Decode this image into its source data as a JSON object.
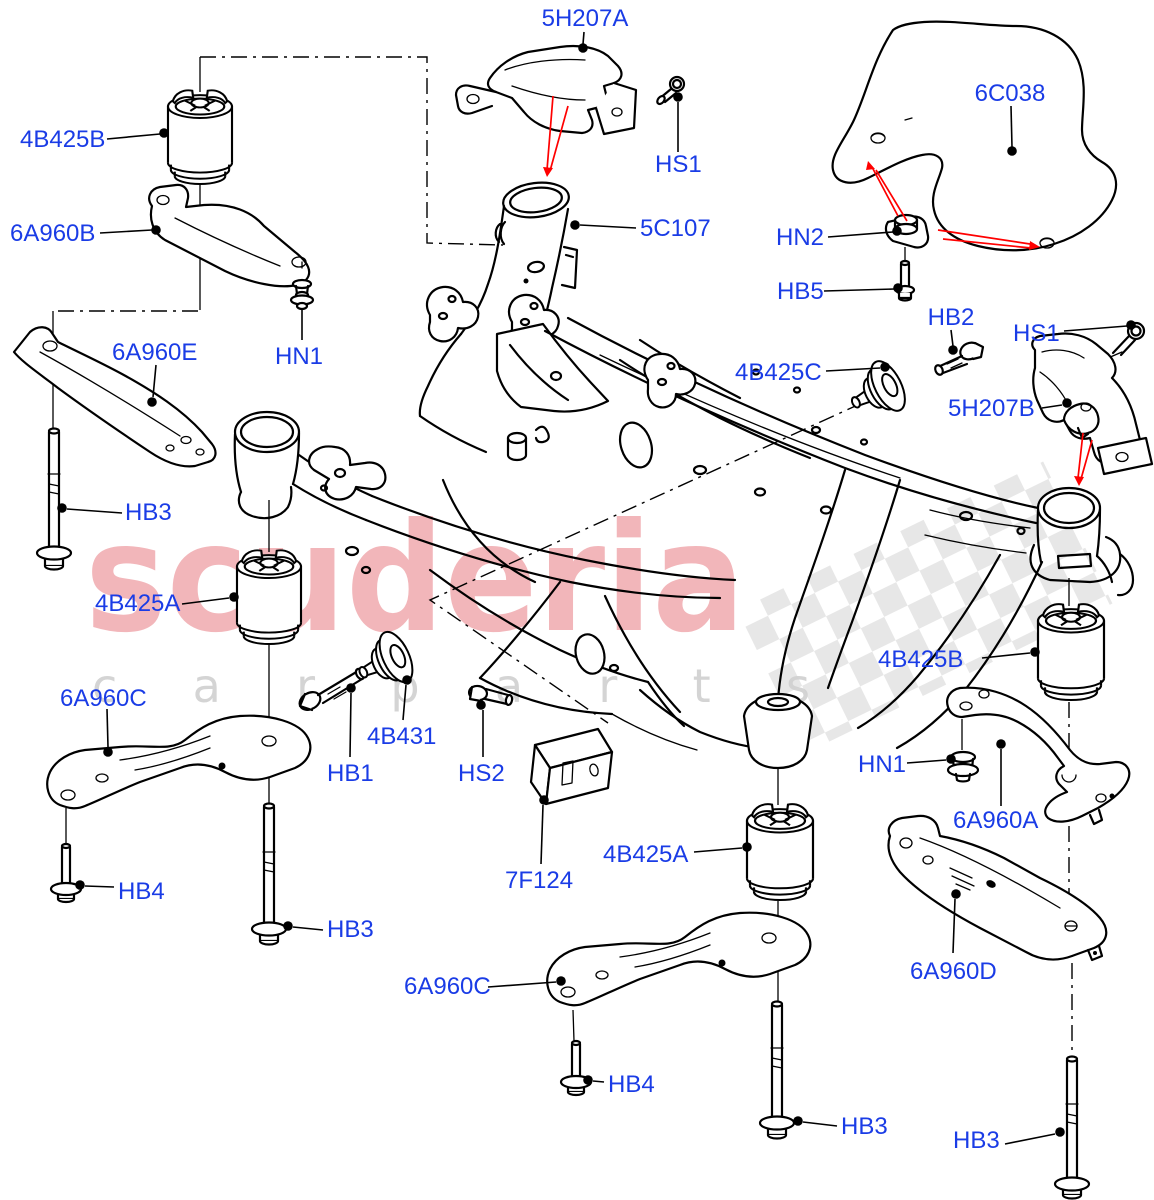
{
  "watermark": {
    "brand": "scuderia",
    "subtext": "c a r p a r t s"
  },
  "colors": {
    "label_blue": "#1a3ce6",
    "line_black": "#000000",
    "arrow_red": "#ff0000",
    "watermark_pink": "#efa4a9",
    "watermark_gray": "#cfcfcf",
    "checker_gray": "#dcdcdc"
  },
  "labels": [
    {
      "text": "5H207A"
    },
    {
      "text": "6C038"
    },
    {
      "text": "4B425B"
    },
    {
      "text": "6A960B"
    },
    {
      "text": "HS1"
    },
    {
      "text": "5C107"
    },
    {
      "text": "HN2"
    },
    {
      "text": "HB5"
    },
    {
      "text": "HB2"
    },
    {
      "text": "HS1"
    },
    {
      "text": "6A960E"
    },
    {
      "text": "HN1"
    },
    {
      "text": "4B425C"
    },
    {
      "text": "5H207B"
    },
    {
      "text": "HB3"
    },
    {
      "text": "4B425A"
    },
    {
      "text": "6A960C"
    },
    {
      "text": "4B431"
    },
    {
      "text": "HB1"
    },
    {
      "text": "HS2"
    },
    {
      "text": "7F124"
    },
    {
      "text": "4B425A"
    },
    {
      "text": "4B425B"
    },
    {
      "text": "HN1"
    },
    {
      "text": "6A960A"
    },
    {
      "text": "6A960D"
    },
    {
      "text": "HB4"
    },
    {
      "text": "HB3"
    },
    {
      "text": "6A960C"
    },
    {
      "text": "HB4"
    },
    {
      "text": "HB3"
    },
    {
      "text": "HB3"
    }
  ]
}
